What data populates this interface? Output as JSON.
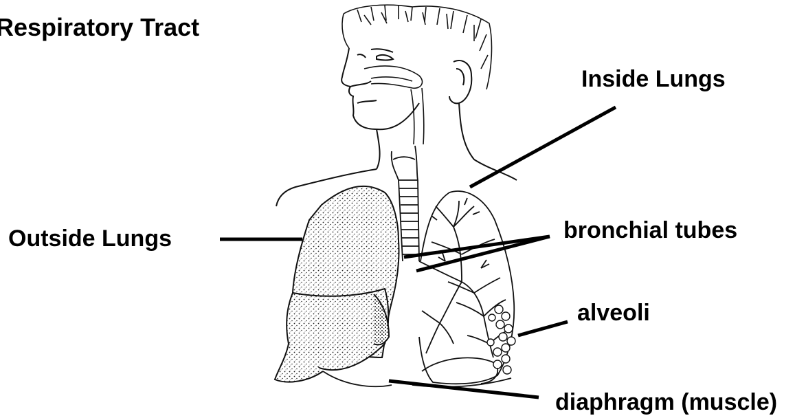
{
  "title": "Respiratory Tract",
  "labels": {
    "inside_lungs": "Inside Lungs",
    "outside_lungs": "Outside Lungs",
    "bronchial_tubes": "bronchial tubes",
    "alveoli": "alveoli",
    "diaphragm": "diaphragm (muscle)"
  }
}
